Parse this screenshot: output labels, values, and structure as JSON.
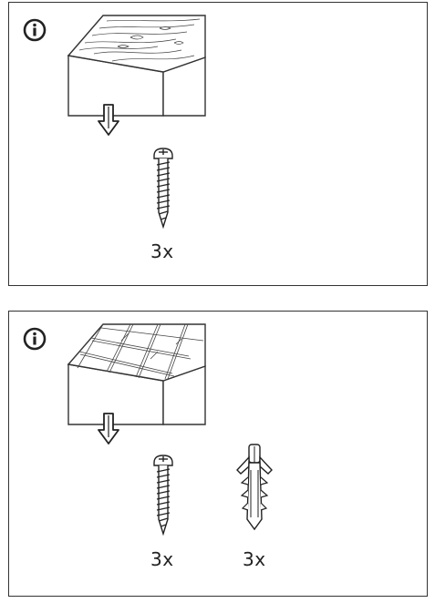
{
  "panels": [
    {
      "surface": "wood",
      "info_icon": "info-circle-icon",
      "arrow_icon": "down-arrow-icon",
      "items": [
        {
          "icon": "screw-icon",
          "quantity": "3x"
        }
      ]
    },
    {
      "surface": "tile",
      "info_icon": "info-circle-icon",
      "arrow_icon": "down-arrow-icon",
      "items": [
        {
          "icon": "screw-icon",
          "quantity": "3x"
        },
        {
          "icon": "wall-plug-icon",
          "quantity": "3x"
        }
      ]
    }
  ],
  "colors": {
    "line": "#333333",
    "background": "#ffffff"
  }
}
